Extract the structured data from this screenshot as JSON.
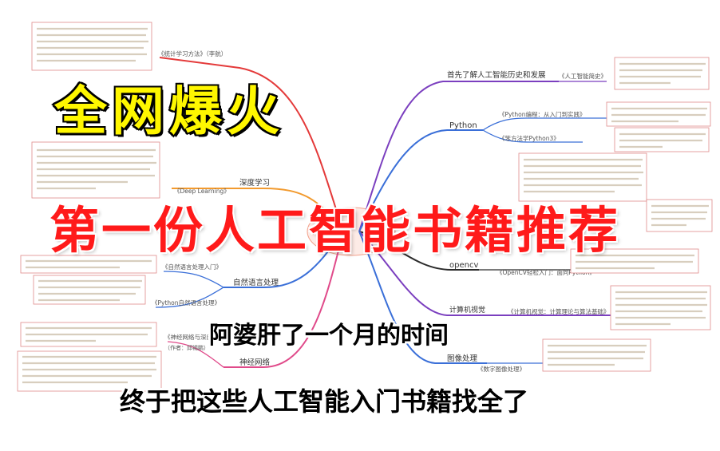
{
  "overlay": {
    "headline_main": "全网爆火",
    "headline_sub": "第一份人工智能书籍推荐",
    "line3": "阿婆肝了一个月的时间",
    "line4": "终于把这些人工智能入门书籍找全了"
  },
  "mindmap": {
    "right_nodes": [
      {
        "label": "首先了解人工智能历史和发展",
        "book": "《人工智能简史》"
      },
      {
        "label": "Python",
        "books": [
          "《Python编程：从入门到实践》",
          "《笨方法学Python3》"
        ]
      },
      {
        "label": "opencv",
        "book": "《OpenCV轻松入门：面向Python》"
      },
      {
        "label": "计算机视觉",
        "book": "《计算机视觉：计算理论与算法基础》"
      },
      {
        "label": "图像处理",
        "book": "《数字图像处理》"
      }
    ],
    "left_nodes": [
      {
        "label": "深度学习",
        "book": "《Deep Learning》"
      },
      {
        "label": "自然语言处理",
        "books": [
          "《自然语言处理入门》",
          "《Python自然语言处理》"
        ]
      },
      {
        "label": "神经网络",
        "book": "《神经网络与深度学习》"
      }
    ],
    "partial_labels": {
      "top_left_book": "《统计学习方法》（李航）",
      "authors": "（作者：邱锡鹏）"
    }
  },
  "colors": {
    "headline_main": "#fff700",
    "headline_sub": "#ff1a1a",
    "branch_purple": "#7b3fbf",
    "branch_blue": "#3a6fd8",
    "branch_red": "#e43a3a",
    "branch_orange": "#f29a2e",
    "branch_pink": "#e04a8a",
    "note_border": "#e08a8a"
  }
}
